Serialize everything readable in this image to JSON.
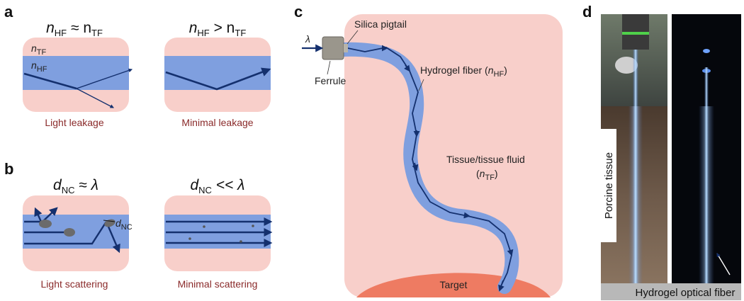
{
  "panels": {
    "a": {
      "letter": "a",
      "left": {
        "eq": [
          "n",
          "HF",
          " ≈ n",
          "TF"
        ],
        "layer_outer": [
          "n",
          "TF"
        ],
        "layer_core": [
          "n",
          "HF"
        ],
        "caption": "Light leakage"
      },
      "right": {
        "eq": [
          "n",
          "HF",
          " > n",
          "TF"
        ],
        "caption": "Minimal leakage"
      }
    },
    "b": {
      "letter": "b",
      "left": {
        "eq": [
          "d",
          "NC",
          " ≈ λ"
        ],
        "particle": [
          "d",
          "NC"
        ],
        "caption": "Light scattering"
      },
      "right": {
        "eq": [
          "d",
          "NC",
          " << λ"
        ],
        "caption": "Minimal scattering"
      }
    },
    "c": {
      "letter": "c",
      "lambda": "λ",
      "silica": "Silica pigtail",
      "ferrule": "Ferrule",
      "hydrogel": [
        "Hydrogel fiber (",
        "n",
        "HF",
        ")"
      ],
      "tissue": "Tissue/tissue fluid",
      "tissue_n": [
        "(",
        "n",
        "TF",
        ")"
      ],
      "target": "Target"
    },
    "d": {
      "letter": "d",
      "porcine": "Porcine tissue",
      "hydrogel_optical": "Hydrogel optical fiber"
    }
  },
  "colors": {
    "tissue_pink": "#f8cfca",
    "fiber_blue": "#7f9fdf",
    "arrow_navy": "#14306e",
    "target": "#ee7b62",
    "caption_red": "#8a2a2a"
  }
}
